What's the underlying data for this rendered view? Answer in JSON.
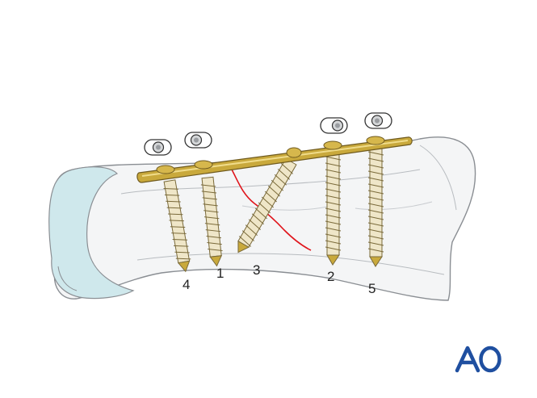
{
  "figure": {
    "description_labels": [
      "4",
      "1",
      "3",
      "2",
      "5"
    ],
    "screws": [
      {
        "order": "4",
        "orientation": "oblique-left"
      },
      {
        "order": "1",
        "orientation": "vertical"
      },
      {
        "order": "3",
        "orientation": "lag-oblique"
      },
      {
        "order": "2",
        "orientation": "vertical"
      },
      {
        "order": "5",
        "orientation": "vertical"
      }
    ],
    "logo_text": "AO",
    "colors": {
      "bone_fill": "#f4f5f6",
      "bone_outline": "#8a8e93",
      "cartilage": "#cfe8ec",
      "plate_gold": "#c9a93c",
      "screw_fill": "#efe6c8",
      "fracture_line": "#e0141b",
      "logo_blue": "#1f4fa0"
    }
  }
}
